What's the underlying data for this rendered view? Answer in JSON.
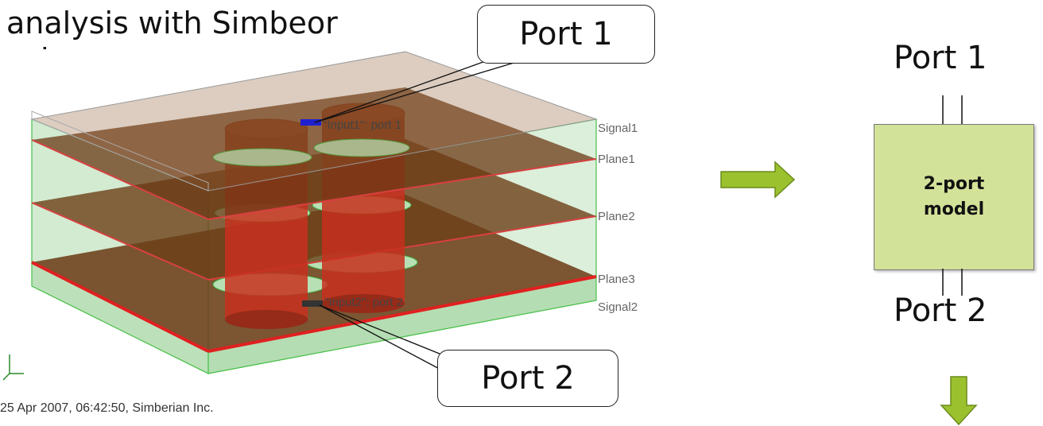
{
  "title": "analysis with Simbeor\nsolver",
  "callout_port1": "Port 1",
  "callout_port2": "Port 2",
  "layer_labels": [
    "Signal1",
    "Plane1",
    "Plane2",
    "Plane3",
    "Signal2"
  ],
  "port_labels": {
    "input1": "\"Input1\": port 1",
    "input2": "\"Input2\": port 2"
  },
  "timestamp": "25 Apr 2007, 06:42:50, Simberian Inc.",
  "model": {
    "port_top": "Port 1",
    "port_bottom": "Port 2",
    "label": "2-port\nmodel"
  },
  "colors": {
    "dielectric": "#b8dfb6",
    "plane": "#7a3a12",
    "via": "#d62a1a",
    "antipad": "#a8dba6",
    "arrow": "#9bc22e",
    "model_fill": "#d2e299"
  }
}
